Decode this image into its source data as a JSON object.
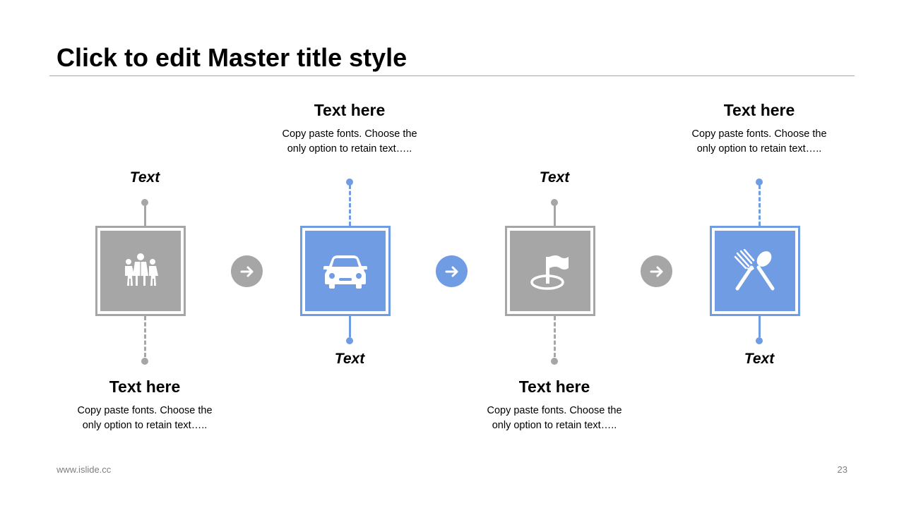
{
  "slide": {
    "title": "Click to edit Master title style",
    "footer_url": "www.islide.cc",
    "page_number": "23"
  },
  "colors": {
    "gray": "#a6a6a6",
    "blue": "#6f9ce3",
    "white": "#ffffff"
  },
  "steps": [
    {
      "icon": "family-icon",
      "color": "gray",
      "heading": "Text here",
      "description": "Copy paste fonts. Choose the only option to retain text…..",
      "label": "Text",
      "description_position": "below"
    },
    {
      "icon": "car-icon",
      "color": "blue",
      "heading": "Text here",
      "description": "Copy paste fonts. Choose the only option to retain text…..",
      "label": "Text",
      "description_position": "above"
    },
    {
      "icon": "flag-on-target-icon",
      "color": "gray",
      "heading": "Text here",
      "description": "Copy paste fonts. Choose the only option to retain text…..",
      "label": "Text",
      "description_position": "below"
    },
    {
      "icon": "fork-spoon-icon",
      "color": "blue",
      "heading": "Text here",
      "description": "Copy paste fonts. Choose the only option to retain text…..",
      "label": "Text",
      "description_position": "above"
    }
  ],
  "connectors": [
    {
      "icon": "arrow-right-icon",
      "color": "gray"
    },
    {
      "icon": "arrow-right-icon",
      "color": "blue"
    },
    {
      "icon": "arrow-right-icon",
      "color": "gray"
    }
  ]
}
